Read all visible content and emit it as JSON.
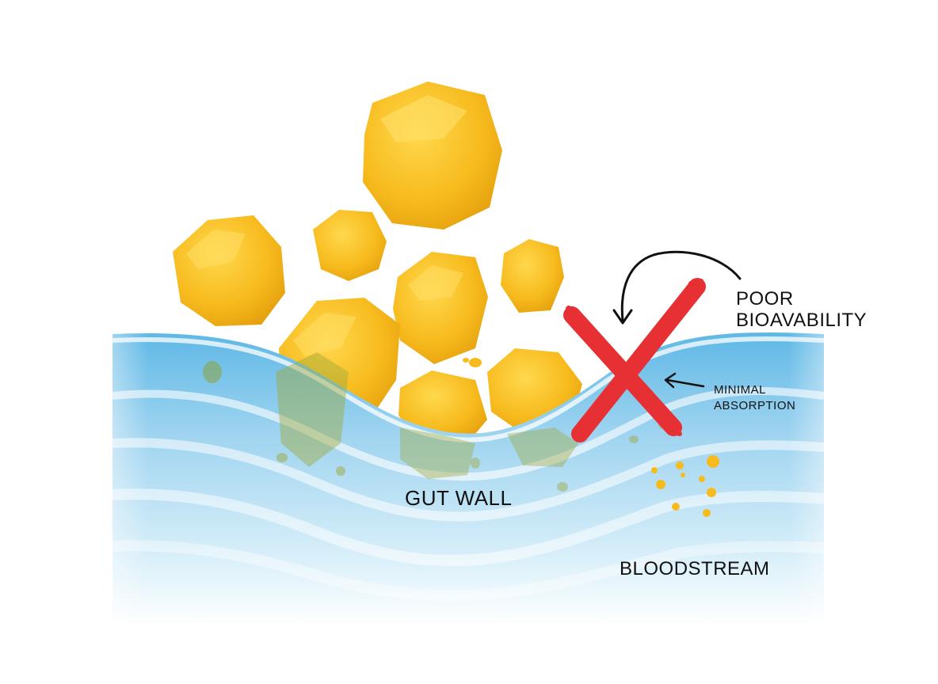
{
  "labels": {
    "poor_bioavailability": [
      "POOR",
      "BIOAVABILITY"
    ],
    "minimal_absorption": [
      "MINIMAL",
      "ABSORPTION"
    ],
    "gut_wall": "GUT WALL",
    "bloodstream": "BLOODSTREAM"
  },
  "colors": {
    "particle_fill": "#f7bd1f",
    "particle_highlight": "#ffd54a",
    "particle_shadow": "#d99a0a",
    "water_top": "#7ec9ec",
    "water_mid": "#bfe4f6",
    "water_fade": "#ffffff",
    "cross": "#e63034",
    "arrow": "#111111"
  }
}
